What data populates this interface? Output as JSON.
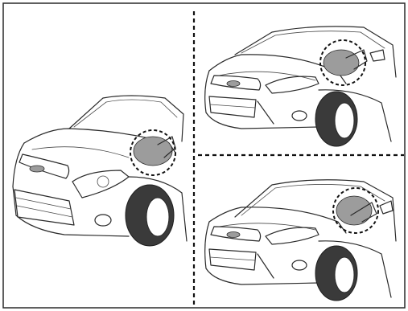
{
  "figure": {
    "panels": [
      {
        "id": "left",
        "icon": "car-front-three-quarter-view",
        "callout": "mirror-highlight"
      },
      {
        "id": "top-right",
        "icon": "car-front-three-quarter-view",
        "callout": "mirror-highlight"
      },
      {
        "id": "bottom-right",
        "icon": "car-front-three-quarter-view",
        "callout": "mirror-highlight"
      }
    ],
    "colors": {
      "outline": "#2a2a2a",
      "highlight": "#9c9c9c",
      "tire": "#3a3a3a",
      "background": "#ffffff"
    }
  }
}
